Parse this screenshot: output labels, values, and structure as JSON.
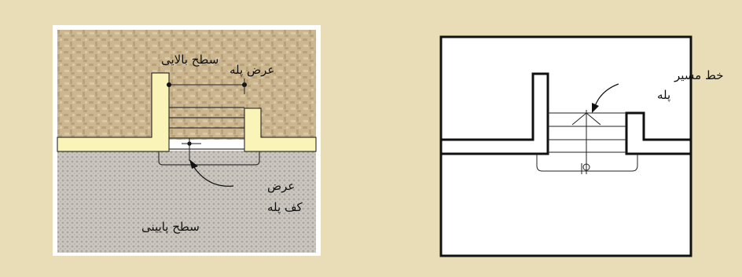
{
  "figure_left": {
    "label_upper_surface": "سطح بالایی",
    "label_lower_surface": "سطح پایینی",
    "label_stair_width": "عرض پله",
    "label_tread_width_line1": "عرض",
    "label_tread_width_line2": "کف پله"
  },
  "figure_right": {
    "label_walkline_line1": "خط مسیر",
    "label_walkline_line2": "پله"
  },
  "colors": {
    "background": "#e9ddb7",
    "upper_texture": "#cbb690",
    "upper_texture_dark": "#b59e76",
    "lower_texture": "#c8c5bf",
    "lower_texture_dot": "#a9a59e",
    "wall_fill": "#fbf4b8",
    "line": "#111111"
  }
}
